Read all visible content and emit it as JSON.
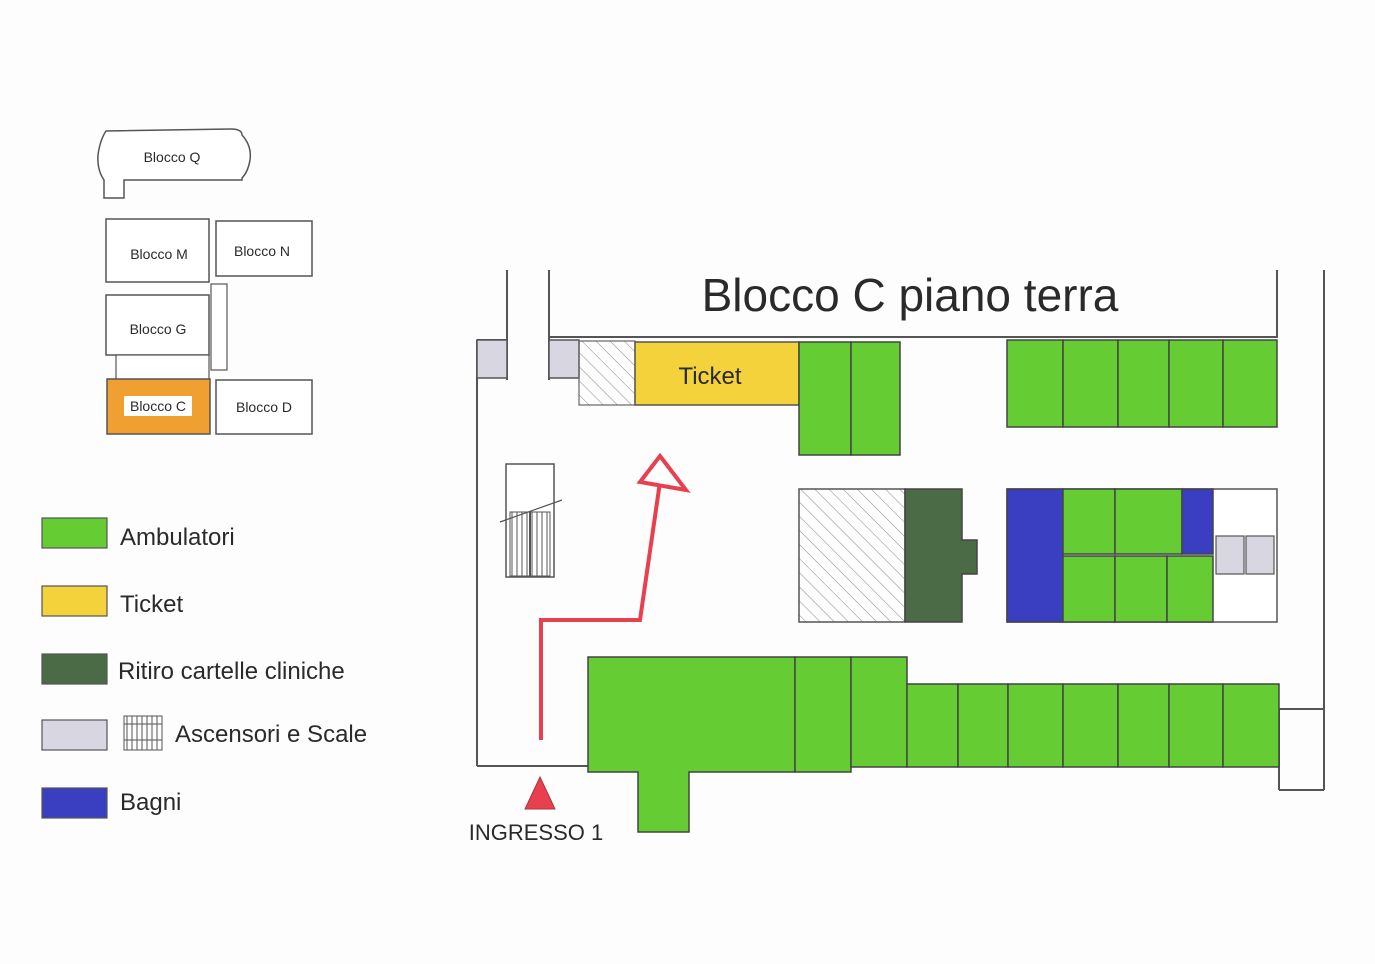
{
  "title": "Blocco C piano terra",
  "rooms": {
    "ticket_label": "Ticket"
  },
  "entrance": {
    "label": "INGRESSO 1"
  },
  "site_plan": {
    "blocks": {
      "q": "Blocco Q",
      "m": "Blocco M",
      "n": "Blocco N",
      "g": "Blocco G",
      "c": "Blocco C",
      "d": "Blocco D"
    },
    "highlighted_block": "Blocco C"
  },
  "legend": [
    {
      "id": "ambulatori",
      "label": "Ambulatori",
      "color": "#66cc33"
    },
    {
      "id": "ticket",
      "label": "Ticket",
      "color": "#f4d23c"
    },
    {
      "id": "ritiro",
      "label": "Ritiro cartelle cliniche",
      "color": "#4a6b45"
    },
    {
      "id": "ascensori",
      "label": "Ascensori e Scale",
      "color": "#d8d6e0"
    },
    {
      "id": "bagni",
      "label": "Bagni",
      "color": "#3a3fc2"
    }
  ],
  "colors": {
    "ambulatori": "#66cc33",
    "ticket": "#f4d23c",
    "ritiro": "#4a6b45",
    "ascensori": "#d8d6e0",
    "bagni": "#3a3fc2",
    "blocco_c": "#f0a030",
    "route_arrow": "#e8404f",
    "entrance_marker": "#e8404f"
  }
}
